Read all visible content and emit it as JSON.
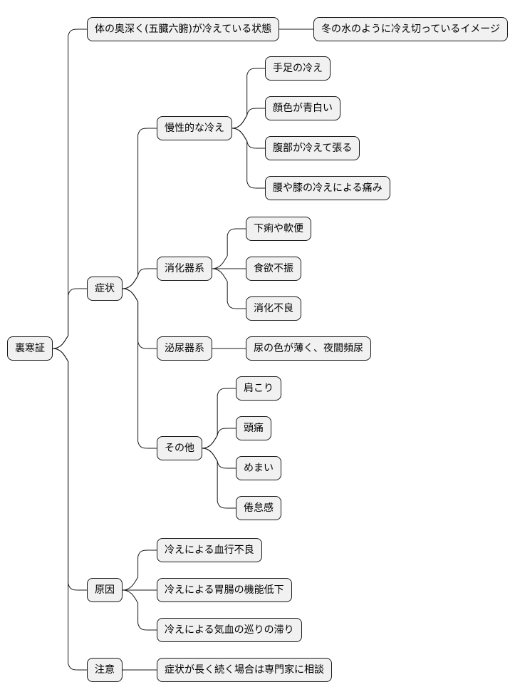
{
  "mindmap": {
    "root": "裏寒証",
    "branches": [
      {
        "label": "体の奥深く(五臓六腑)が冷えている状態",
        "children": [
          {
            "label": "冬の水のように冷え切っているイメージ",
            "children": []
          }
        ]
      },
      {
        "label": "症状",
        "children": [
          {
            "label": "慢性的な冷え",
            "children": [
              {
                "label": "手足の冷え"
              },
              {
                "label": "顔色が青白い"
              },
              {
                "label": "腹部が冷えて張る"
              },
              {
                "label": "腰や膝の冷えによる痛み"
              }
            ]
          },
          {
            "label": "消化器系",
            "children": [
              {
                "label": "下痢や軟便"
              },
              {
                "label": "食欲不振"
              },
              {
                "label": "消化不良"
              }
            ]
          },
          {
            "label": "泌尿器系",
            "children": [
              {
                "label": "尿の色が薄く、夜間頻尿"
              }
            ]
          },
          {
            "label": "その他",
            "children": [
              {
                "label": "肩こり"
              },
              {
                "label": "頭痛"
              },
              {
                "label": "めまい"
              },
              {
                "label": "倦怠感"
              }
            ]
          }
        ]
      },
      {
        "label": "原因",
        "children": [
          {
            "label": "冷えによる血行不良"
          },
          {
            "label": "冷えによる胃腸の機能低下"
          },
          {
            "label": "冷えによる気血の巡りの滞り"
          }
        ]
      },
      {
        "label": "注意",
        "children": [
          {
            "label": "症状が長く続く場合は専門家に相談"
          }
        ]
      }
    ]
  }
}
